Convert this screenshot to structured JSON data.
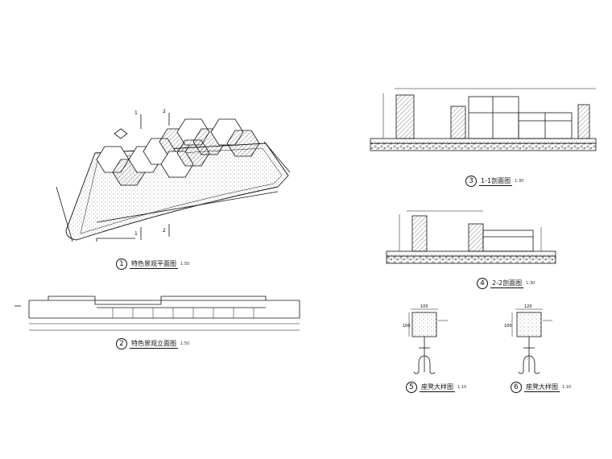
{
  "drawings": [
    {
      "number": "1",
      "title": "特色景观平面图",
      "scale": "1:50"
    },
    {
      "number": "2",
      "title": "特色景观立面图",
      "scale": "1:50"
    },
    {
      "number": "3",
      "title": "1-1剖面图",
      "scale": "1:30"
    },
    {
      "number": "4",
      "title": "2-2剖面图",
      "scale": "1:30"
    },
    {
      "number": "5",
      "title": "座凳大样图",
      "scale": "1:10"
    },
    {
      "number": "6",
      "title": "座凳大样图",
      "scale": "1:10"
    }
  ],
  "section_markers": [
    "1",
    "2",
    "1",
    "2"
  ],
  "detail_dims": {
    "d5_top": "100",
    "d6_top": "120",
    "side": "100"
  },
  "colors": {
    "line": "#111111",
    "hatch": "#333333",
    "paper": "#ffffff"
  }
}
